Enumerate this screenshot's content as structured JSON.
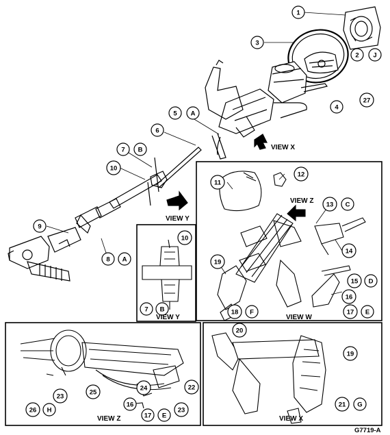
{
  "figure_id": "G7719-A",
  "views": {
    "w": "VIEW W",
    "x": "VIEW X",
    "y": "VIEW Y",
    "z": "VIEW Z"
  },
  "arrow_labels": {
    "view_x": "VIEW X",
    "view_y": "VIEW Y",
    "view_z": "VIEW Z"
  },
  "callouts": {
    "c1": "1",
    "c2": "2",
    "c3": "3",
    "c4": "4",
    "c5": "5",
    "c6": "6",
    "c7": "7",
    "c7b": "7",
    "c8": "8",
    "c9": "9",
    "c10": "10",
    "c10b": "10",
    "c11": "11",
    "c12": "12",
    "c13": "13",
    "c14": "14",
    "c15": "15",
    "c16": "16",
    "c16b": "16",
    "c17": "17",
    "c17b": "17",
    "c18": "18",
    "c19": "19",
    "c19b": "19",
    "c20": "20",
    "c21": "21",
    "c22": "22",
    "c23": "23",
    "c23b": "23",
    "c24": "24",
    "c25": "25",
    "c26": "26",
    "c27": "27"
  },
  "letters": {
    "j": "J",
    "a1": "A",
    "a2": "A",
    "b1": "B",
    "b2": "B",
    "c": "C",
    "d": "D",
    "e1": "E",
    "e2": "E",
    "f": "F",
    "g": "G",
    "h": "H"
  }
}
